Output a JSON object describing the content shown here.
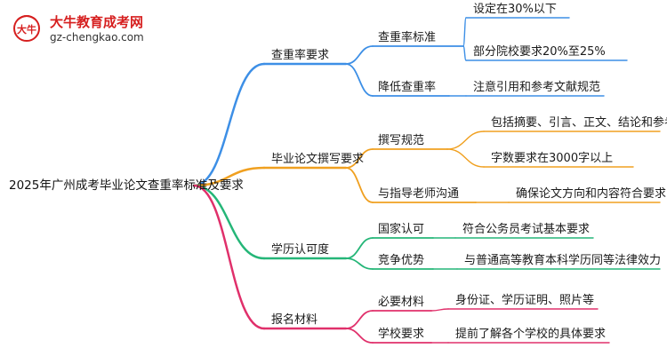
{
  "logo": {
    "name": "大牛教育成考网",
    "url": "gz-chengkao.com",
    "emblem_text": "大牛"
  },
  "mindmap": {
    "root": "2025年广州成考毕业论文查重率标准及要求",
    "branches": [
      {
        "label": "查重率要求",
        "color": "#3d8fe6",
        "children": [
          {
            "label": "查重率标准",
            "leaves": [
              "设定在30%以下",
              "部分院校要求20%至25%"
            ]
          },
          {
            "label": "降低查重率",
            "leaves": [
              "注意引用和参考文献规范"
            ]
          }
        ]
      },
      {
        "label": "毕业论文撰写要求",
        "color": "#f0a020",
        "children": [
          {
            "label": "撰写规范",
            "leaves": [
              "包括摘要、引言、正文、结论和参考文献",
              "字数要求在3000字以上"
            ]
          },
          {
            "label": "与指导老师沟通",
            "leaves": [
              "确保论文方向和内容符合要求"
            ]
          }
        ]
      },
      {
        "label": "学历认可度",
        "color": "#25b678",
        "children": [
          {
            "label": "国家认可",
            "leaves": [
              "符合公务员考试基本要求"
            ]
          },
          {
            "label": "竞争优势",
            "leaves": [
              "与普通高等教育本科学历同等法律效力"
            ]
          }
        ]
      },
      {
        "label": "报名材料",
        "color": "#e0306b",
        "children": [
          {
            "label": "必要材料",
            "leaves": [
              "身份证、学历证明、照片等"
            ]
          },
          {
            "label": "学校要求",
            "leaves": [
              "提前了解各个学校的具体要求"
            ]
          }
        ]
      }
    ]
  }
}
